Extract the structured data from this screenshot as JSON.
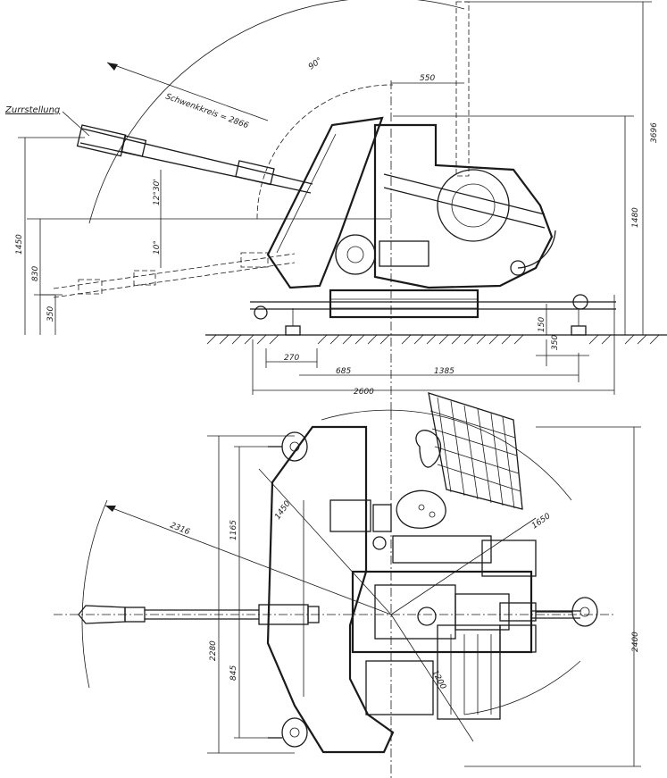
{
  "labels": {
    "zurrstellung": "Zurrstellung",
    "schwenkkreis": "Schwenkkreis = 2866",
    "angle_90": "90°",
    "angle_top": "12°30'",
    "angle_bottom": "10°"
  },
  "side_view_dims": {
    "d550": "550",
    "d3696": "3696",
    "d1480": "1480",
    "d1450": "1450",
    "d830": "830",
    "d350_left": "350",
    "d150": "150",
    "d350_right": "350",
    "d270": "270",
    "d685": "685",
    "d1385": "1385",
    "d2600": "2600"
  },
  "top_view_dims": {
    "d2316": "2316",
    "d1165": "1165",
    "d1450": "1450",
    "d1650": "1650",
    "d2280": "2280",
    "d845": "845",
    "d1200": "1200",
    "d2400": "2400"
  }
}
